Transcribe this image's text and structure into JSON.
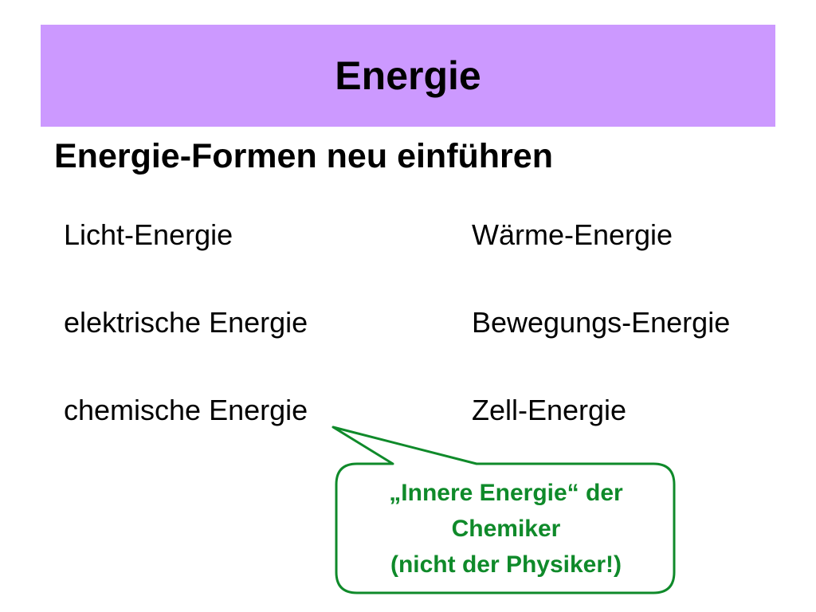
{
  "slide": {
    "title": "Energie",
    "subtitle": "Energie-Formen neu einführen",
    "energy_forms": {
      "left": [
        "Licht-Energie",
        "elektrische Energie",
        "chemische Energie"
      ],
      "right": [
        "Wärme-Energie",
        "Bewegungs-Energie",
        "Zell-Energie"
      ]
    },
    "callout": {
      "lines": [
        "„Innere Energie“ der",
        "Chemiker",
        "(nicht der Physiker!)"
      ],
      "color": "#0f8a2a"
    },
    "colors": {
      "title_bar": "#cc99ff",
      "text": "#000000"
    }
  }
}
